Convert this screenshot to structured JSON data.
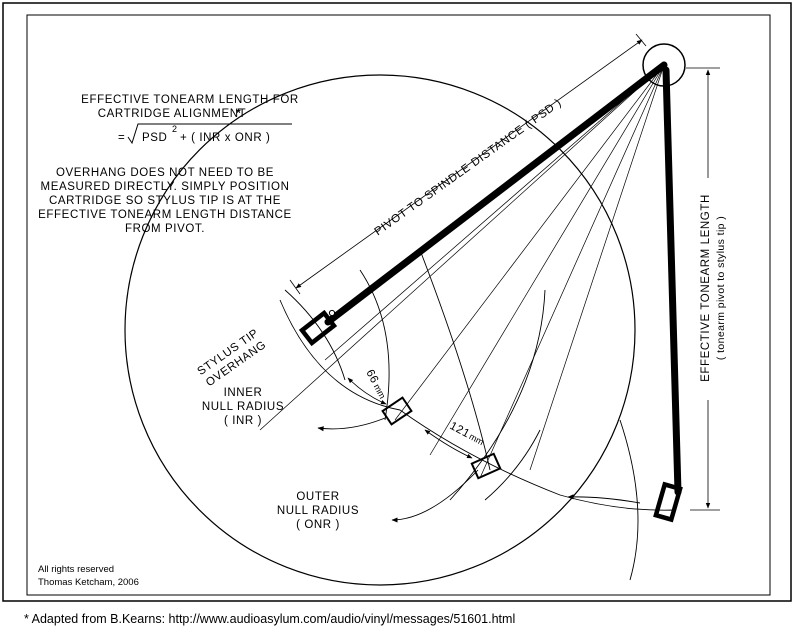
{
  "formula_block": {
    "title_line1": "EFFECTIVE TONEARM LENGTH FOR",
    "title_line2": "CARTRIDGE ALIGNMENT",
    "title_asterisk": "*",
    "eq_sign": "=",
    "formula_psd": "PSD",
    "formula_exp": "2",
    "formula_rest": "+  ( INR  x  ONR )"
  },
  "note_lines": [
    "OVERHANG DOES NOT NEED TO BE",
    "MEASURED DIRECTLY.  SIMPLY POSITION",
    "CARTRIDGE SO STYLUS TIP IS AT THE",
    "EFFECTIVE TONEARM LENGTH DISTANCE",
    "FROM PIVOT."
  ],
  "labels": {
    "psd": "PIVOT TO SPINDLE DISTANCE ( PSD )",
    "stylus_line1": "STYLUS TIP",
    "stylus_line2": "OVERHANG",
    "inner_line1": "INNER",
    "inner_line2": "NULL RADIUS",
    "inner_line3": "( INR )",
    "outer_line1": "OUTER",
    "outer_line2": "NULL RADIUS",
    "outer_line3": "( ONR )",
    "dim_66": "66",
    "dim_121": "121",
    "unit_mm": "mm",
    "eff_line1": "EFFECTIVE TONEARM LENGTH",
    "eff_line2": "( tonearm pivot to stylus tip )"
  },
  "copyright": {
    "line1": "All rights reserved",
    "line2": "Thomas Ketcham, 2006"
  },
  "footer": "* Adapted from B.Kearns: http://www.audioasylum.com/audio/vinyl/messages/51601.html"
}
